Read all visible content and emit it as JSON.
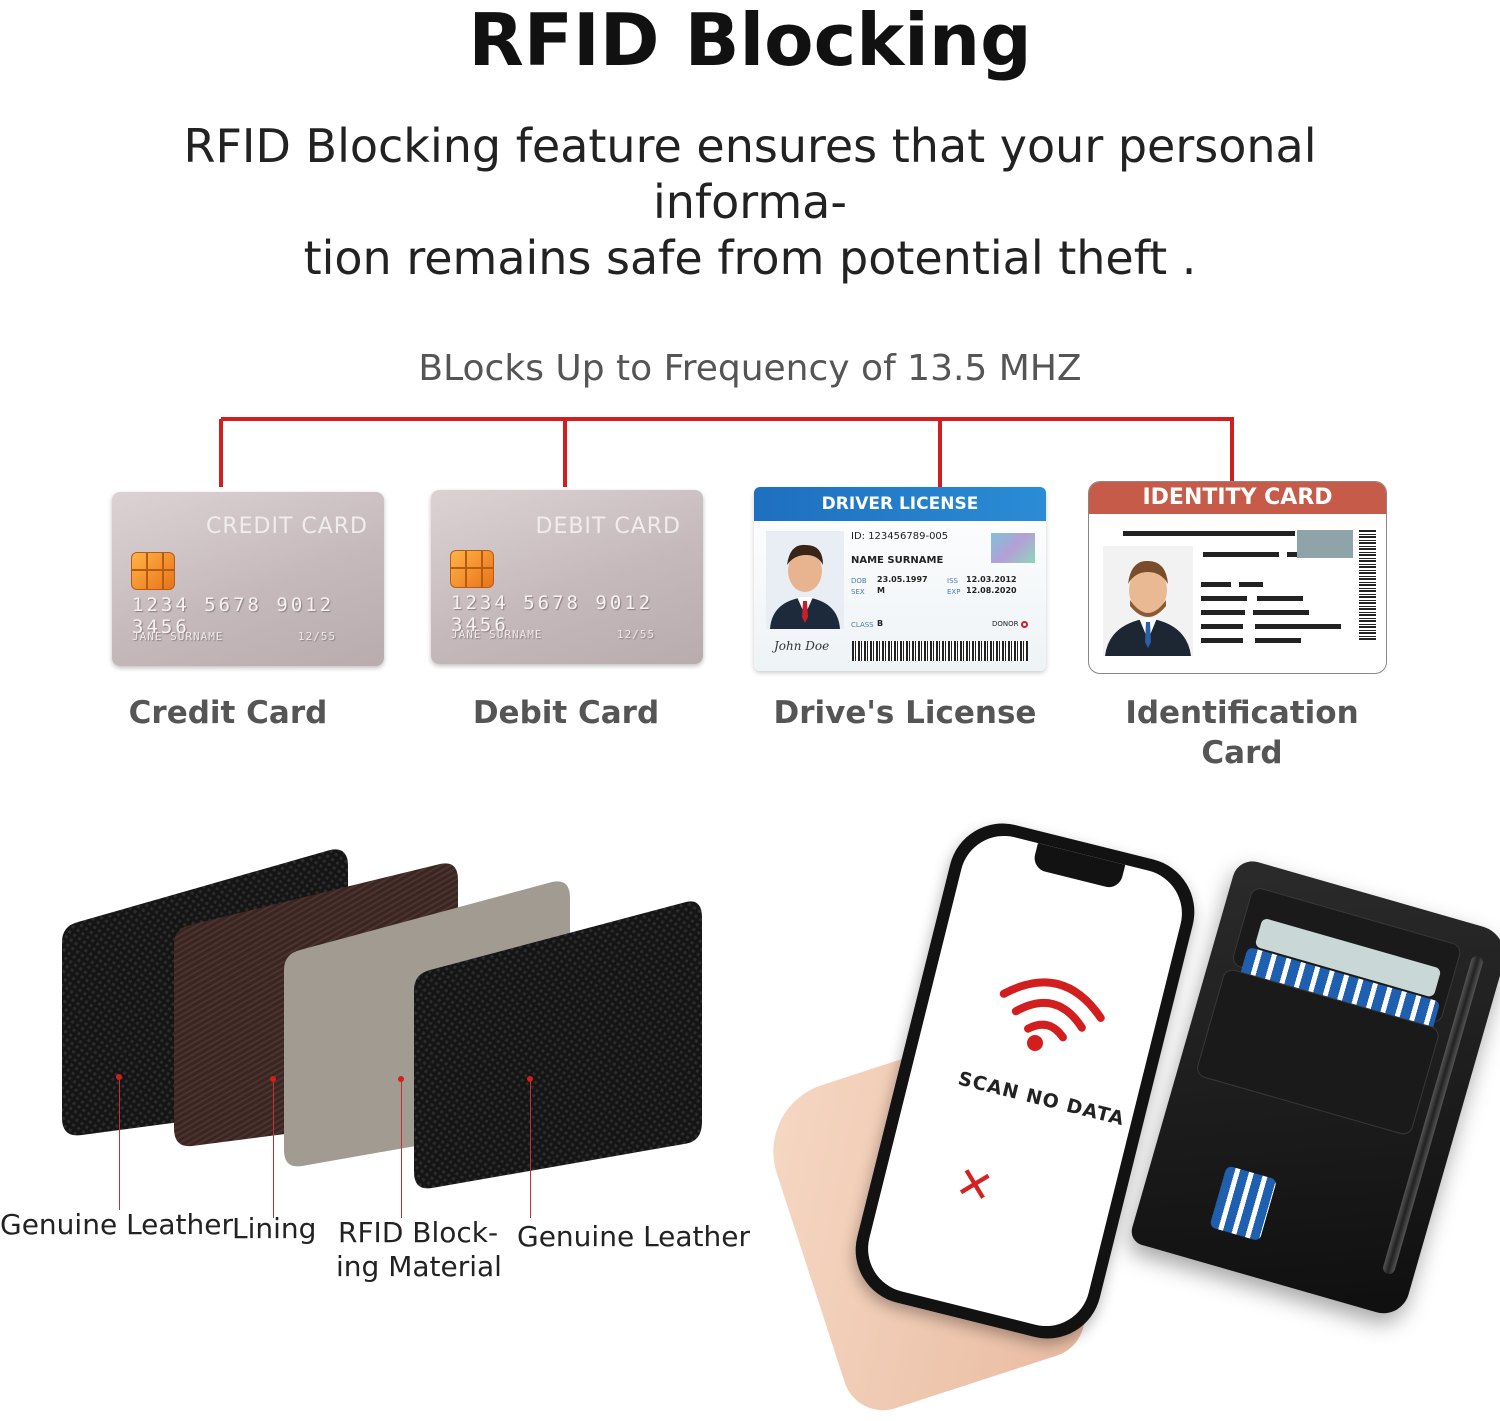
{
  "header": {
    "title": "RFID Blocking",
    "subtitle_line1": "RFID Blocking feature ensures that your personal informa-",
    "subtitle_line2": "tion remains safe from potential theft ."
  },
  "frequency": {
    "text": "BLocks Up to Frequency of 13.5 MHZ",
    "line_color": "#d21e1e"
  },
  "cards": {
    "credit": {
      "label": "Credit Card",
      "title": "CREDIT CARD",
      "number": "1234 5678 9012 3456",
      "holder": "JANE SURNAME",
      "expiry": "12/55"
    },
    "debit": {
      "label": "Debit Card",
      "title": "DEBIT CARD",
      "number": "1234 5678 9012 3456",
      "holder": "JANE SURNAME",
      "expiry": "12/55"
    },
    "license": {
      "label": "Drive's License",
      "title": "DRIVER LICENSE",
      "id": "ID: 123456789-005",
      "name": "NAME SURNAME",
      "dob_label": "DOB",
      "dob": "23.05.1997",
      "sex_label": "SEX",
      "sex": "M",
      "iss_label": "ISS",
      "iss": "12.03.2012",
      "exp_label": "EXP",
      "exp": "12.08.2020",
      "class_label": "CLASS",
      "class": "B",
      "donor": "DONOR",
      "signature": "John Doe"
    },
    "identity": {
      "label": "Identification Card",
      "title": "IDENTITY CARD"
    }
  },
  "layers": {
    "genuine_leather_1": "Genuine Leather",
    "lining": "Lining",
    "rfid_line1": "RFID Block-",
    "rfid_line2": "ing Material",
    "genuine_leather_2": "Genuine Leather"
  },
  "phone": {
    "scan_text": "SCAN NO DATA",
    "x_glyph": "✕"
  },
  "colors": {
    "accent_red": "#d21e1e",
    "license_blue": "#1e6fbf",
    "identity_red": "#c55b48"
  }
}
